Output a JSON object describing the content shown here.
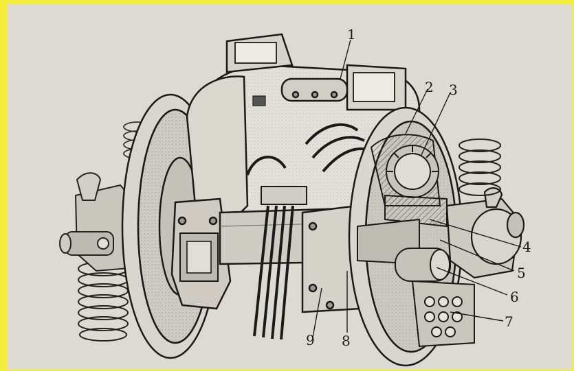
{
  "figure": {
    "background_color": "#f4ee3a",
    "paper_color": "#dcdad2",
    "ink_color": "#1a1a1a",
    "callouts": [
      "1",
      "2",
      "3",
      "4",
      "5",
      "6",
      "7",
      "8",
      "9"
    ]
  }
}
